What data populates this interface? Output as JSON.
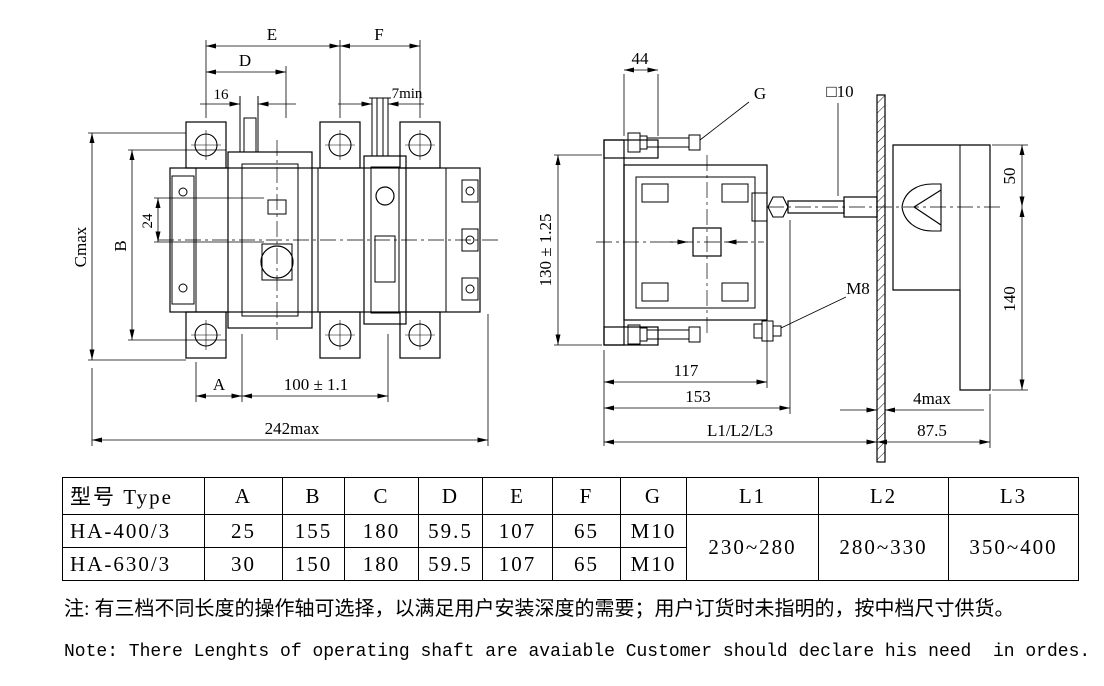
{
  "left_view": {
    "E": "E",
    "F": "F",
    "D": "D",
    "d16": "16",
    "d7min": "7min",
    "Cmax": "Cmax",
    "B": "B",
    "d24": "24",
    "A": "A",
    "d100": "100 ± 1.1",
    "d242": "242max"
  },
  "right_view": {
    "d44": "44",
    "G": "G",
    "sq10": "□10",
    "d130": "130 ± 1.25",
    "d50": "50",
    "d140": "140",
    "M8": "M8",
    "d117": "117",
    "d153": "153",
    "L123": "L1/L2/L3",
    "d4max": "4max",
    "d875": "87.5"
  },
  "table": {
    "headers": [
      "型号 Type",
      "A",
      "B",
      "C",
      "D",
      "E",
      "F",
      "G",
      "L1",
      "L2",
      "L3"
    ],
    "rows": [
      {
        "type": "HA-400/3",
        "A": "25",
        "B": "155",
        "C": "180",
        "D": "59.5",
        "E": "107",
        "F": "65",
        "G": "M10"
      },
      {
        "type": "HA-630/3",
        "A": "30",
        "B": "150",
        "C": "180",
        "D": "59.5",
        "E": "107",
        "F": "65",
        "G": "M10"
      }
    ],
    "L1": "230~280",
    "L2": "280~330",
    "L3": "350~400"
  },
  "notes": {
    "cn": "注: 有三档不同长度的操作轴可选择，以满足用户安装深度的需要；用户订货时未指明的，按中档尺寸供货。",
    "en": "Note: There Lenghts of operating shaft are avaiable Customer should declare his need  in ordes."
  }
}
